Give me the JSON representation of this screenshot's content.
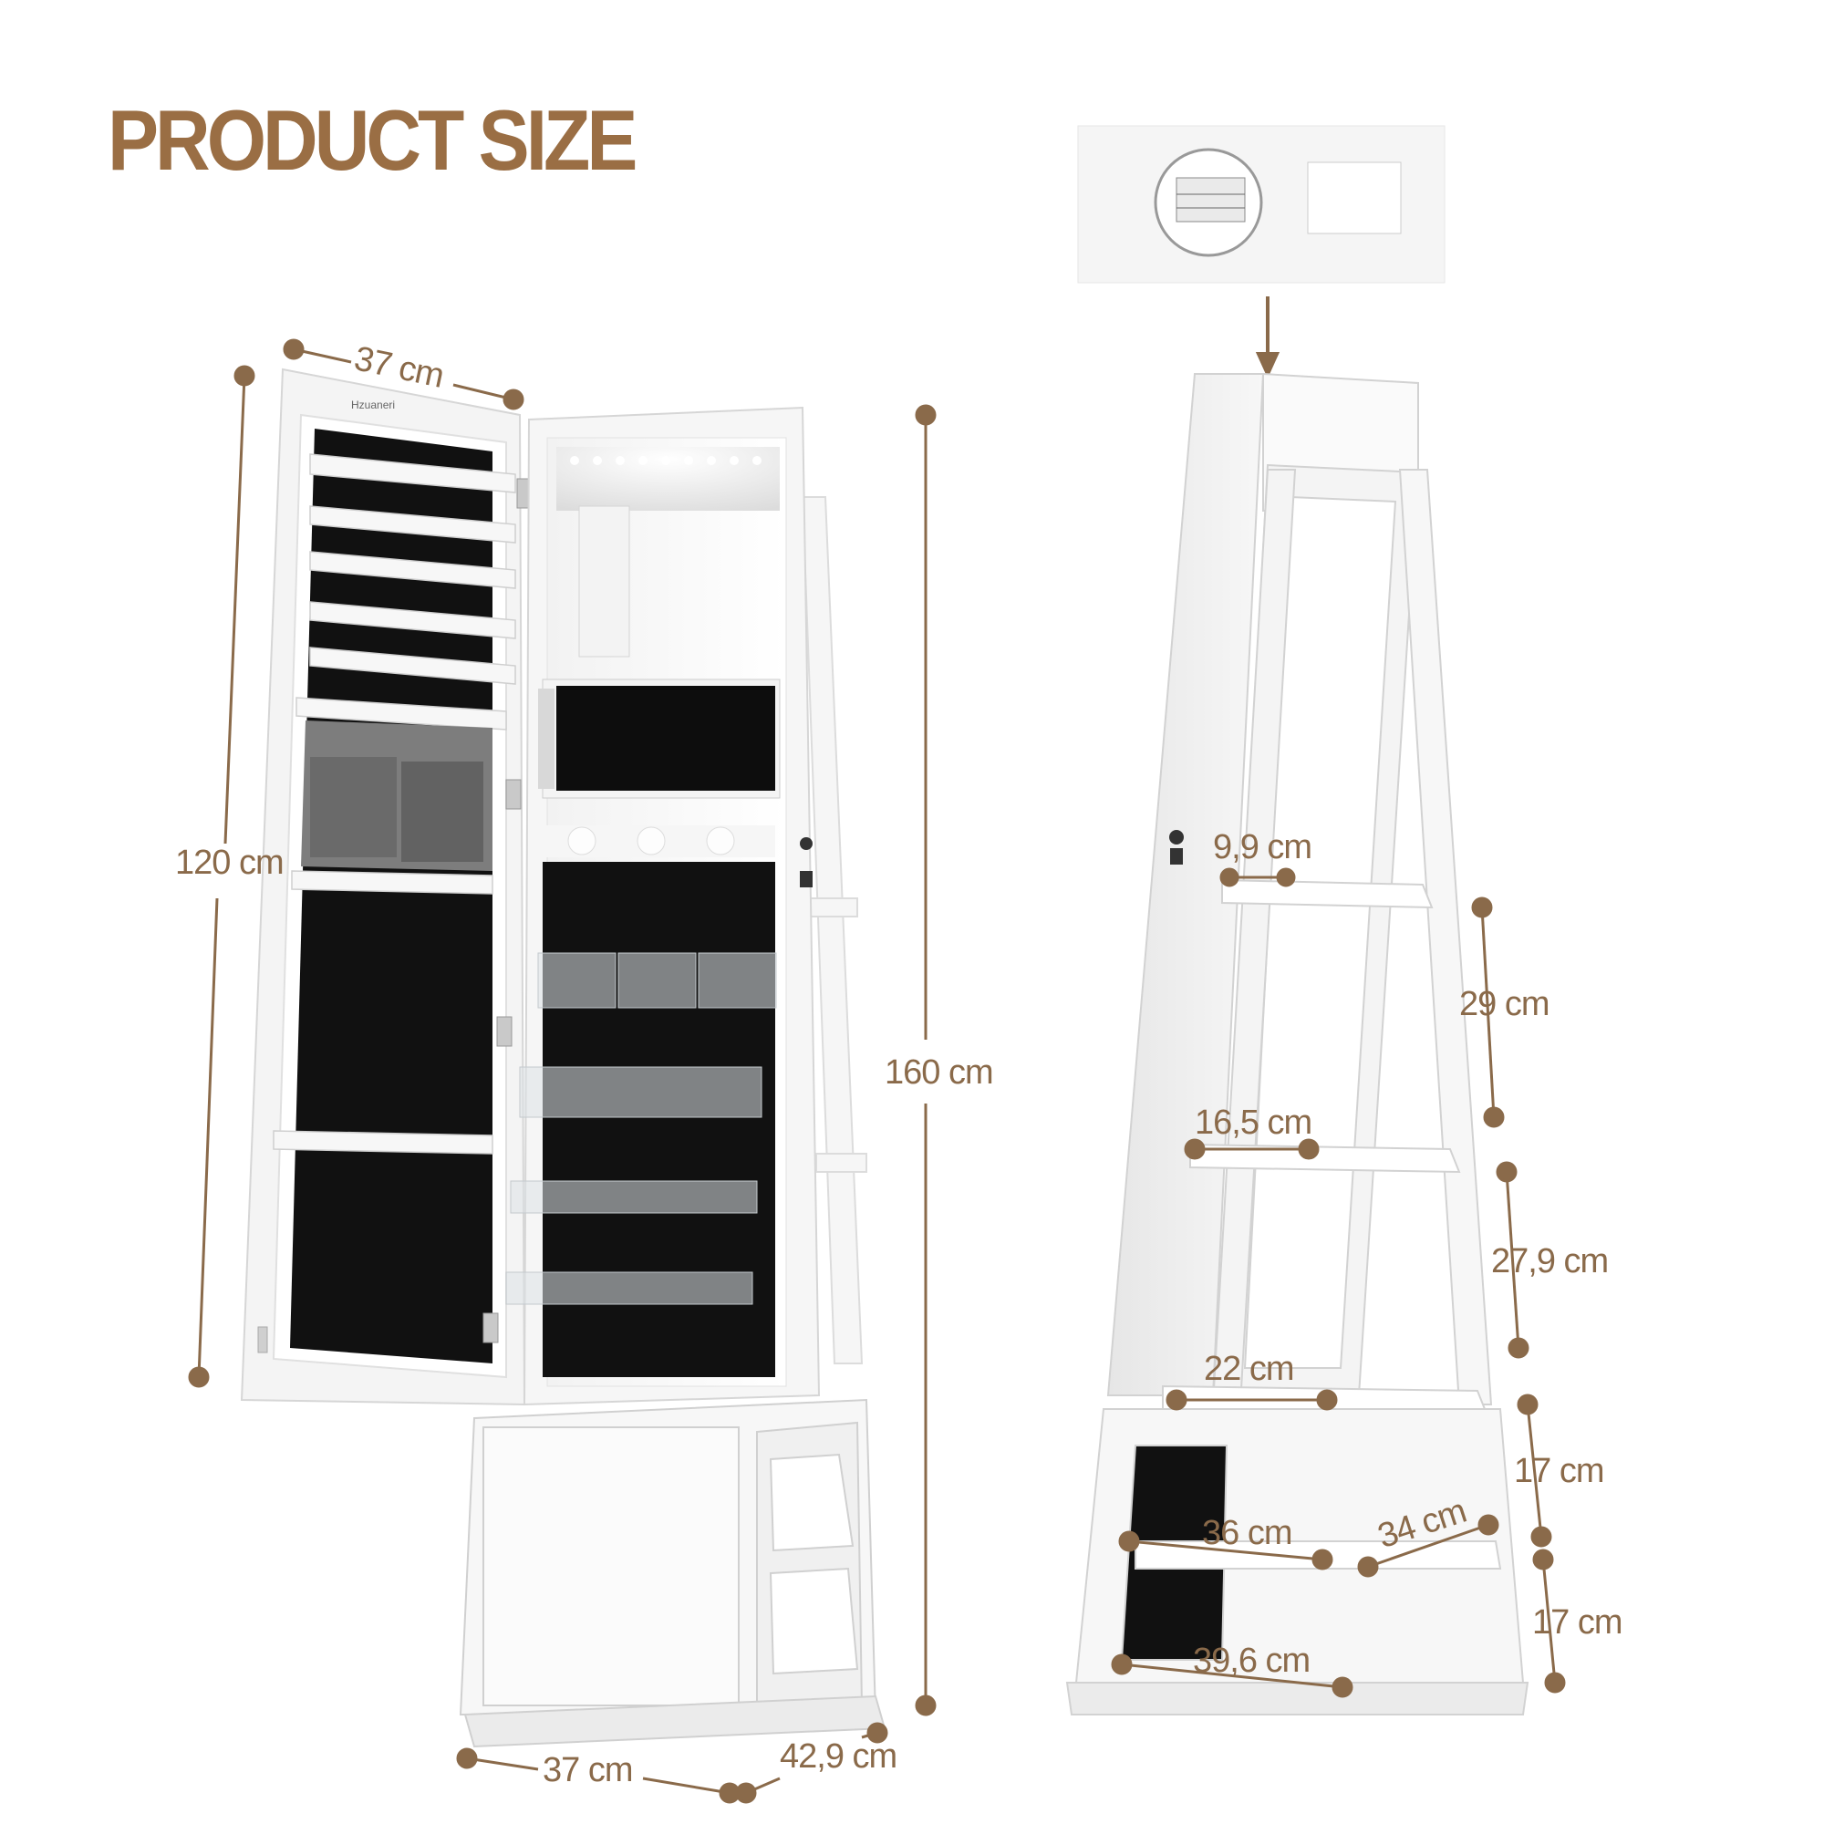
{
  "title": "PRODUCT SIZE",
  "brand": "Hzuaneri",
  "accent_color": "#9a6e44",
  "dimensions": {
    "door_width": "37 cm",
    "door_height": "120 cm",
    "total_height": "160 cm",
    "base_width": "37 cm",
    "base_depth": "42,9 cm",
    "shelf_top_width": "9,9 cm",
    "shelf_top_gap": "29 cm",
    "shelf_mid_width": "16,5 cm",
    "shelf_mid_gap": "27,9 cm",
    "shelf_low_width": "22 cm",
    "base_upper_gap": "17 cm",
    "base_shelf_depth": "34 cm",
    "base_shelf_width": "36 cm",
    "base_lower_gap": "17 cm",
    "base_bottom_width": "39,6 cm"
  },
  "icons": [
    "battery-box-icon",
    "lock-icon",
    "hinge-icon",
    "led-light-icon"
  ]
}
